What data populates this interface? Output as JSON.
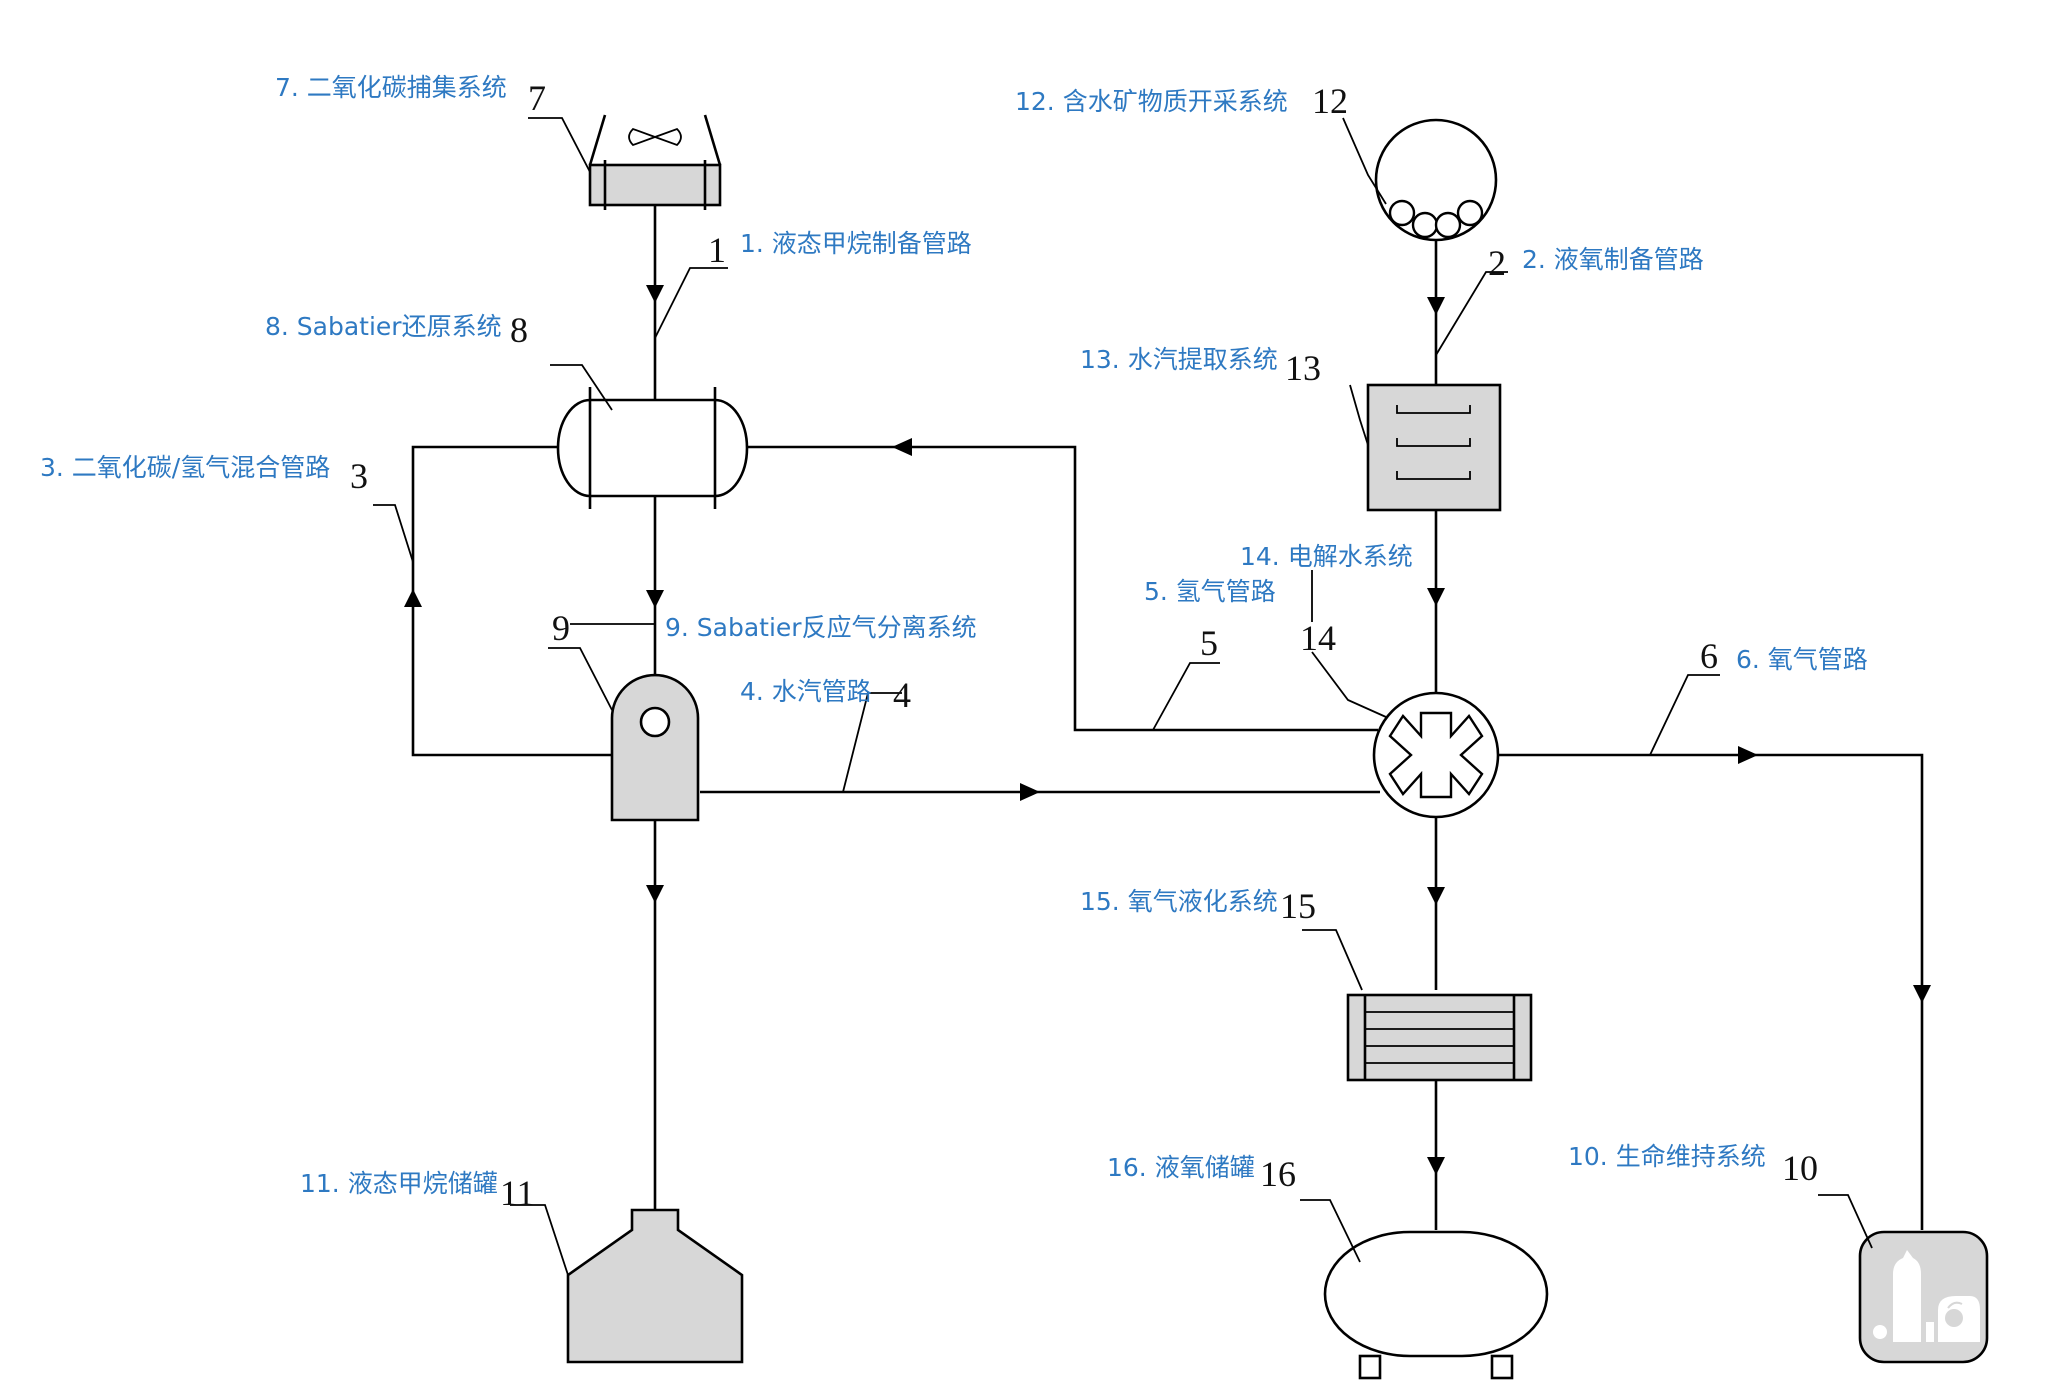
{
  "labels": {
    "l1": "1. 液态甲烷制备管路",
    "l2": "2. 液氧制备管路",
    "l3": "3. 二氧化碳/氢气混合管路",
    "l4": "4. 水汽管路",
    "l5": "5. 氢气管路",
    "l6": "6. 氧气管路",
    "l7": "7. 二氧化碳捕集系统",
    "l8": "8. Sabatier还原系统",
    "l9": "9. Sabatier反应气分离系统",
    "l10": "10. 生命维持系统",
    "l11": "11. 液态甲烷储罐",
    "l12": "12. 含水矿物质开采系统",
    "l13": "13. 水汽提取系统",
    "l14": "14. 电解水系统",
    "l15": "15. 氧气液化系统",
    "l16": "16. 液氧储罐"
  },
  "numbers": {
    "n1": "1",
    "n2": "2",
    "n3": "3",
    "n4": "4",
    "n5": "5",
    "n6": "6",
    "n7": "7",
    "n8": "8",
    "n9": "9",
    "n10": "10",
    "n11": "11",
    "n12": "12",
    "n13": "13",
    "n14": "14",
    "n15": "15",
    "n16": "16"
  },
  "colors": {
    "label": "#2e79c2",
    "equipment_fill": "#d7d7d7",
    "line": "#000000"
  }
}
